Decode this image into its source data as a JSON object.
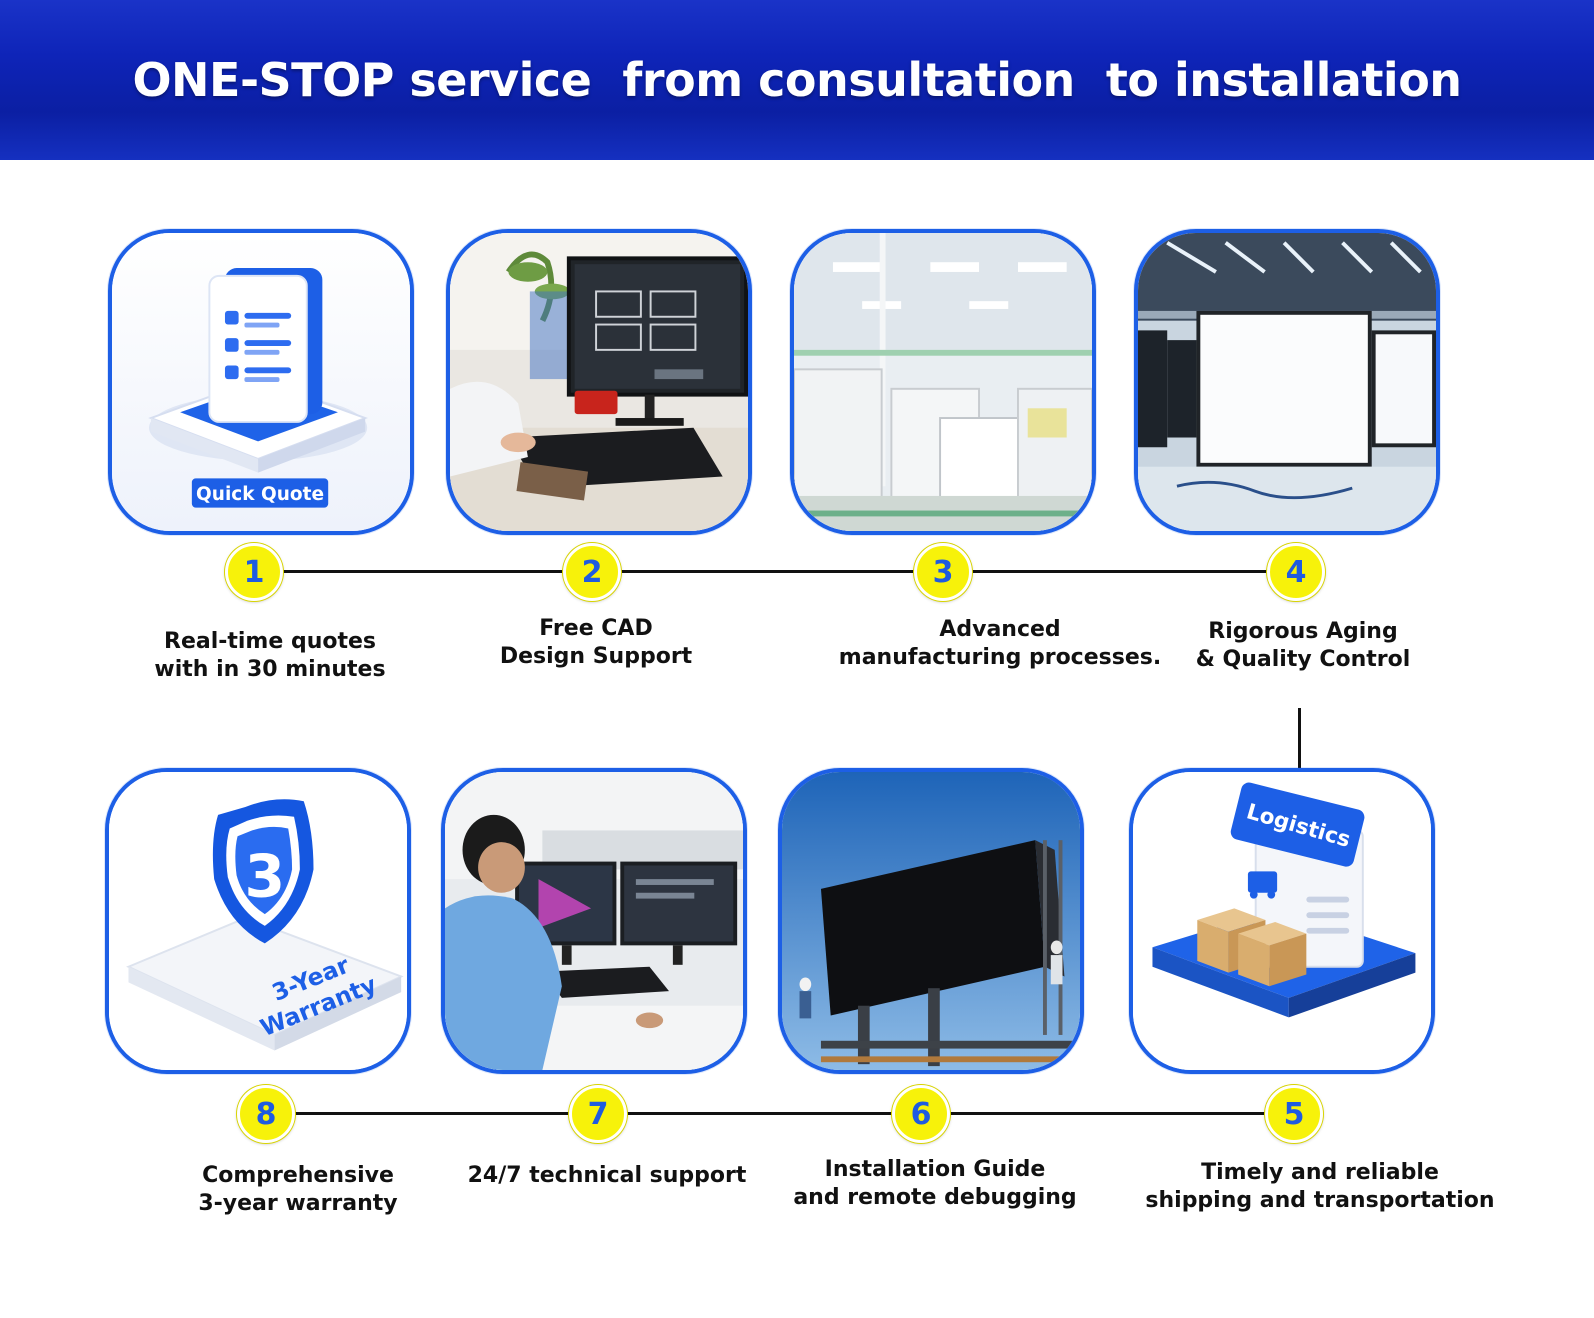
{
  "header": {
    "title": "ONE-STOP service  from consultation  to installation"
  },
  "steps": [
    {
      "number": "1",
      "caption": "Real-time quotes\nwith in 30 minutes",
      "image_label": "Quick Quote",
      "icon": "quote-document-icon"
    },
    {
      "number": "2",
      "caption": "Free CAD\nDesign Support",
      "icon": "cad-workstation-photo"
    },
    {
      "number": "3",
      "caption": "Advanced\nmanufacturing processes.",
      "icon": "factory-floor-photo"
    },
    {
      "number": "4",
      "caption": "Rigorous Aging\n& Quality  Control",
      "icon": "aging-test-screens-photo"
    },
    {
      "number": "5",
      "caption": "Timely and reliable\nshipping and transportation",
      "image_label": "Logistics",
      "icon": "logistics-boxes-icon"
    },
    {
      "number": "6",
      "caption": "Installation Guide\nand remote debugging",
      "icon": "billboard-installation-photo"
    },
    {
      "number": "7",
      "caption": "24/7 technical support",
      "icon": "technical-support-photo"
    },
    {
      "number": "8",
      "caption": "Comprehensive\n3-year warranty",
      "image_label": "3-Year\nWarranty",
      "shield_number": "3",
      "icon": "warranty-shield-icon"
    }
  ],
  "colors": {
    "header_blue": "#0e24b8",
    "card_border": "#1d5fe6",
    "badge_fill": "#f7f20a",
    "badge_text": "#1f5be0"
  }
}
